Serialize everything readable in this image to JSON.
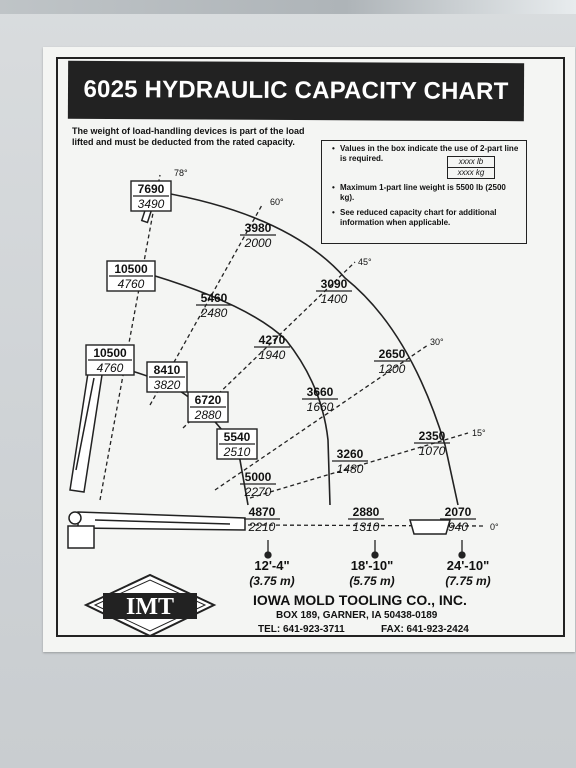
{
  "header": {
    "title": "6025 HYDRAULIC CAPACITY CHART"
  },
  "note": "The weight of load-handling devices is part of the load lifted and must be deducted from the rated capacity.",
  "info_box": {
    "item1": "Values in the box indicate the use of 2-part line is required.",
    "legend_lb": "xxxx lb",
    "legend_kg": "xxxx kg",
    "item2": "Maximum 1-part line weight is 5500 lb (2500 kg).",
    "item3": "See reduced capacity chart for additional information when applicable."
  },
  "angles": [
    "78°",
    "60°",
    "45°",
    "30°",
    "15°",
    "0°"
  ],
  "capacities": [
    {
      "lb": "7690",
      "kg": "3490",
      "boxed": true
    },
    {
      "lb": "3980",
      "kg": "2000",
      "boxed": false
    },
    {
      "lb": "10500",
      "kg": "4760",
      "boxed": true
    },
    {
      "lb": "5460",
      "kg": "2480",
      "boxed": false
    },
    {
      "lb": "3090",
      "kg": "1400",
      "boxed": false
    },
    {
      "lb": "4270",
      "kg": "1940",
      "boxed": false
    },
    {
      "lb": "2650",
      "kg": "1200",
      "boxed": false
    },
    {
      "lb": "10500",
      "kg": "4760",
      "boxed": true
    },
    {
      "lb": "8410",
      "kg": "3820",
      "boxed": true
    },
    {
      "lb": "6720",
      "kg": "2880",
      "boxed": true
    },
    {
      "lb": "3660",
      "kg": "1660",
      "boxed": false
    },
    {
      "lb": "5540",
      "kg": "2510",
      "boxed": true
    },
    {
      "lb": "2350",
      "kg": "1070",
      "boxed": false
    },
    {
      "lb": "3260",
      "kg": "1480",
      "boxed": false
    },
    {
      "lb": "5000",
      "kg": "2270",
      "boxed": false
    },
    {
      "lb": "4870",
      "kg": "2210",
      "boxed": false
    },
    {
      "lb": "2880",
      "kg": "1310",
      "boxed": false
    },
    {
      "lb": "2070",
      "kg": "940",
      "boxed": false
    }
  ],
  "reaches": [
    {
      "ft": "12'-4\"",
      "m": "(3.75 m)"
    },
    {
      "ft": "18'-10\"",
      "m": "(5.75 m)"
    },
    {
      "ft": "24'-10\"",
      "m": "(7.75 m)"
    }
  ],
  "footer": {
    "logo": "IMT",
    "company": "IOWA MOLD TOOLING CO., INC.",
    "address": "BOX 189, GARNER, IA 50438-0189",
    "tel": "TEL: 641-923-3711",
    "fax": "FAX: 641-923-2424"
  },
  "colors": {
    "ink": "#222222",
    "plate": "#f4f5f3",
    "background": "#cfd3d6"
  }
}
